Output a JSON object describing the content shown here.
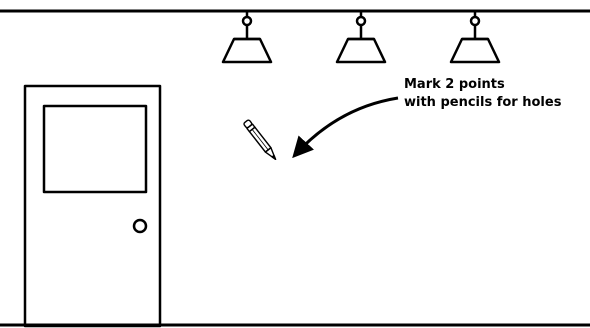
{
  "instruction": {
    "line1": "Mark 2 points",
    "line2": "with pencils for holes"
  },
  "icons": {
    "pencil": "pencil-icon",
    "arrow": "curved-arrow-icon",
    "door": "door",
    "lamps": "pendant-lamp-icon"
  },
  "colors": {
    "ink": "#000000",
    "background": "#ffffff"
  }
}
